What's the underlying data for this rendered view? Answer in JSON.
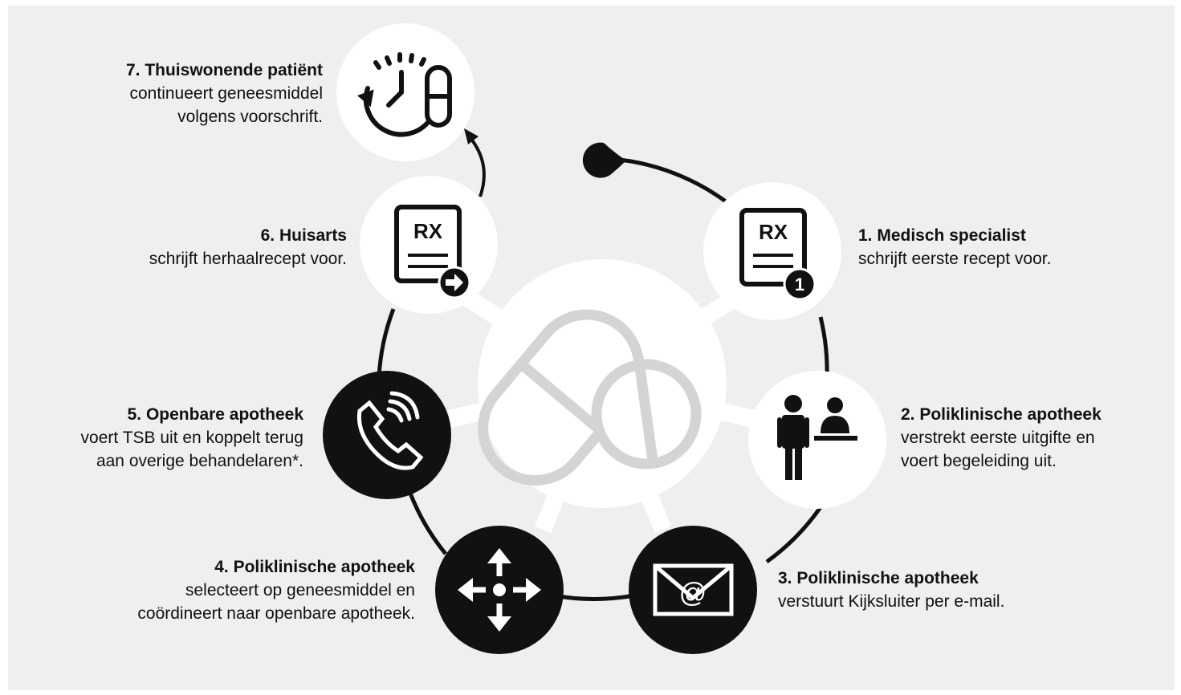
{
  "steps": [
    {
      "number": "1.",
      "title": "1. Medisch specialist",
      "lines": [
        "schrijft eerste recept voor."
      ],
      "icon": "prescription-rx-1-icon",
      "rx": "RX",
      "badge": "1"
    },
    {
      "number": "2.",
      "title": "2. Poliklinische apotheek",
      "lines": [
        "verstrekt eerste uitgifte en",
        "voert begeleiding  uit."
      ],
      "icon": "pharmacist-counter-icon"
    },
    {
      "number": "3.",
      "title": "3. Poliklinische apotheek",
      "lines": [
        "verstuurt Kijksluiter  per e-mail."
      ],
      "icon": "email-envelope-icon"
    },
    {
      "number": "4.",
      "title": "4. Poliklinische apotheek",
      "lines": [
        "selecteert op geneesmiddel  en",
        "coördineert naar openbare apotheek."
      ],
      "icon": "four-way-arrows-icon"
    },
    {
      "number": "5.",
      "title": "5. Openbare apotheek",
      "lines": [
        "voert TSB uit en koppelt  terug",
        "aan overige behandelaren*."
      ],
      "icon": "phone-call-icon"
    },
    {
      "number": "6.",
      "title": "6. Huisarts",
      "lines": [
        "schrijft herhaalrecept  voor."
      ],
      "icon": "prescription-rx-arrow-icon",
      "rx": "RX"
    },
    {
      "number": "7.",
      "title": "7. Thuiswonende patiënt",
      "lines": [
        "continueert geneesmiddel",
        "volgens voorschrift."
      ],
      "icon": "clock-pill-icon"
    }
  ],
  "center_icon": "pills-icon",
  "colors": {
    "background": "#efefef",
    "dark": "#111111",
    "light": "#ffffff",
    "pill": "#d4d4d4"
  }
}
